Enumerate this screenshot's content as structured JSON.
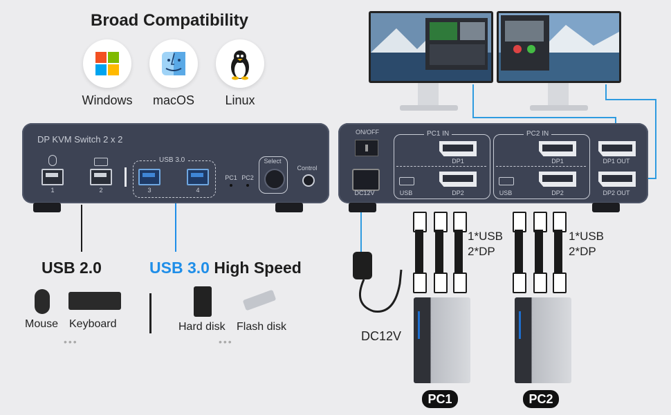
{
  "title": "Broad Compatibility",
  "os": [
    "Windows",
    "macOS",
    "Linux"
  ],
  "device": {
    "name": "DP KVM Switch 2 x 2",
    "usb3_label": "USB 3.0",
    "ports": [
      "1",
      "2",
      "3",
      "4"
    ],
    "pc1": "PC1",
    "pc2": "PC2",
    "select": "Select",
    "control": "Control",
    "on_off": "ON/OFF",
    "dc12v": "DC12V",
    "pc1_in": "PC1 IN",
    "pc2_in": "PC2 IN",
    "usb": "USB",
    "dp1": "DP1",
    "dp2": "DP2",
    "dp1_out": "DP1 OUT",
    "dp2_out": "DP2 OUT"
  },
  "usb2": {
    "heading": "USB 2.0",
    "items": [
      "Mouse",
      "Keyboard"
    ],
    "more": "•••"
  },
  "usb3": {
    "heading_blue": "USB 3.0",
    "heading_rest": " High Speed",
    "items": [
      "Hard disk",
      "Flash disk"
    ],
    "more": "•••"
  },
  "connections": {
    "usb_dp": [
      "1*USB",
      "2*DP"
    ],
    "power": "DC12V",
    "pcs": [
      "PC1",
      "PC2"
    ]
  },
  "colors": {
    "accent_blue": "#1f8ee8",
    "device": "#3d4354",
    "dashed_link": "#2e9be0"
  }
}
